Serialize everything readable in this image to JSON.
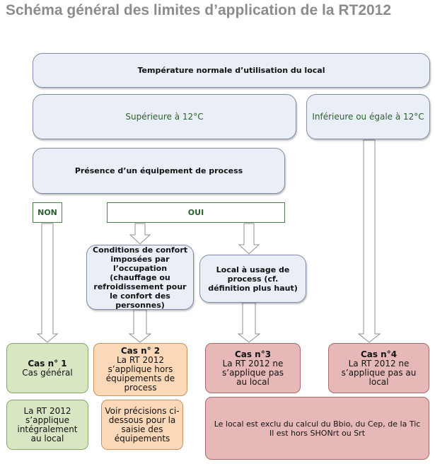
{
  "title": "Schéma général des limites d’application de la RT2012",
  "nodes": {
    "temperature": "Température normale d’utilisation du local",
    "superieure": "Supérieure à 12°C",
    "inferieure": "Inférieure ou égale à 12°C",
    "process": "Présence d’un équipement de process",
    "non": "NON",
    "oui": "OUI",
    "confort": "Conditions de confort imposées par l’occupation (chauffage ou refroidissement pour le confort des personnes)",
    "local_usage": "Local à usage de process (cf. définition plus haut)",
    "cas1_title": "Cas n° 1",
    "cas1_text": "Cas général",
    "cas2_title": "Cas n° 2",
    "cas2_text": "La RT 2012 s’applique hors équipements de process",
    "cas3_title": "Cas n°3",
    "cas3_text": "La RT 2012 ne s’applique pas au local",
    "cas4_title": "Cas n°4",
    "cas4_text": "La RT 2012 ne s’applique pas au local",
    "note1": "La RT 2012 s’applique intégralement au local",
    "note2": "Voir précisions ci-dessous pour la saisie des équipements",
    "note3_line1": "Le local est exclu du calcul du Bbio, du Cep, de la Tic",
    "note3_line2": "Il est hors SHONrt ou Srt"
  }
}
